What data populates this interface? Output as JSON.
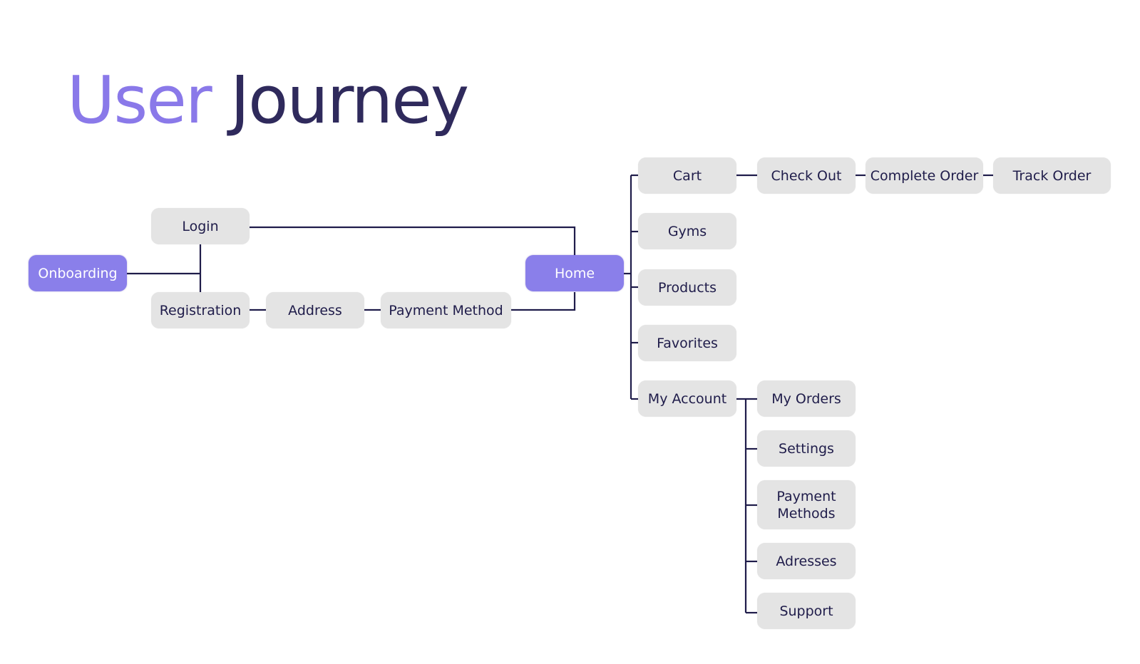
{
  "title": {
    "part1": "User",
    "part2": "Journey"
  },
  "colors": {
    "title_accent": "#8a79e9",
    "title_dark": "#2f2a5c",
    "primary_node": "#8a7fea",
    "default_node": "#e4e4e4",
    "node_text": "#1f1c4a",
    "connector": "#1f1c4a"
  },
  "nodes": {
    "onboarding": "Onboarding",
    "login": "Login",
    "registration": "Registration",
    "address": "Address",
    "payment_method": "Payment  Method",
    "home": "Home",
    "cart": "Cart",
    "check_out": "Check Out",
    "complete_order": "Complete Order",
    "track_order": "Track Order",
    "gyms": "Gyms",
    "products": "Products",
    "favorites": "Favorites",
    "my_account": "My Account",
    "my_orders": "My Orders",
    "settings": "Settings",
    "payment_methods": "Payment\nMethods",
    "adresses": "Adresses",
    "support": "Support"
  }
}
